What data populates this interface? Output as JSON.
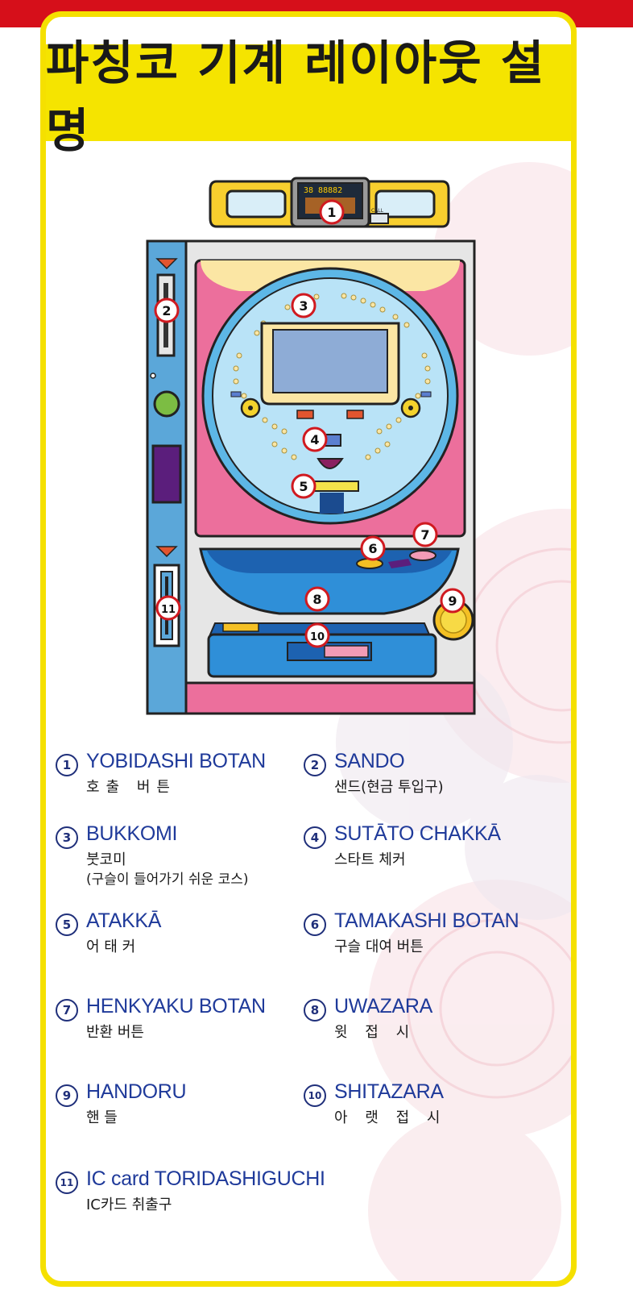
{
  "title": "파칭코 기계 레이아웃 설명",
  "display_digits": "38 88882",
  "call_label": "CALL",
  "colors": {
    "header_red": "#d60f1a",
    "frame_yellow": "#f5e000",
    "label_blue": "#1f3a9a",
    "panel_pink": "#ec6f9c",
    "glass_blue": "#b9e3f7",
    "tray_blue": "#2f8fd8"
  },
  "callouts": [
    "1",
    "2",
    "3",
    "4",
    "5",
    "6",
    "7",
    "8",
    "9",
    "10",
    "11"
  ],
  "legend": [
    {
      "num": "1",
      "en": "YOBIDASHI BOTAN",
      "ko": "호출 버튼"
    },
    {
      "num": "2",
      "en": "SANDO",
      "ko": "샌드(현금 투입구)"
    },
    {
      "num": "3",
      "en": "BUKKOMI",
      "ko": "붓코미",
      "ko_note": "(구슬이 들어가기 쉬운 코스)"
    },
    {
      "num": "4",
      "en": "SUTĀTO CHAKKĀ",
      "ko": "스타트 체커"
    },
    {
      "num": "5",
      "en": "ATAKKĀ",
      "ko": "어 태 커"
    },
    {
      "num": "6",
      "en": "TAMAKASHI BOTAN",
      "ko": "구슬 대여 버튼"
    },
    {
      "num": "7",
      "en": "HENKYAKU BOTAN",
      "ko": "반환 버튼"
    },
    {
      "num": "8",
      "en": "UWAZARA",
      "ko": "윗 접 시"
    },
    {
      "num": "9",
      "en": "HANDORU",
      "ko": "핸 들"
    },
    {
      "num": "10",
      "en": "SHITAZARA",
      "ko": "아 랫 접 시"
    },
    {
      "num": "11",
      "en": "IC card TORIDASHIGUCHI",
      "ko": "IC카드 취출구"
    }
  ]
}
